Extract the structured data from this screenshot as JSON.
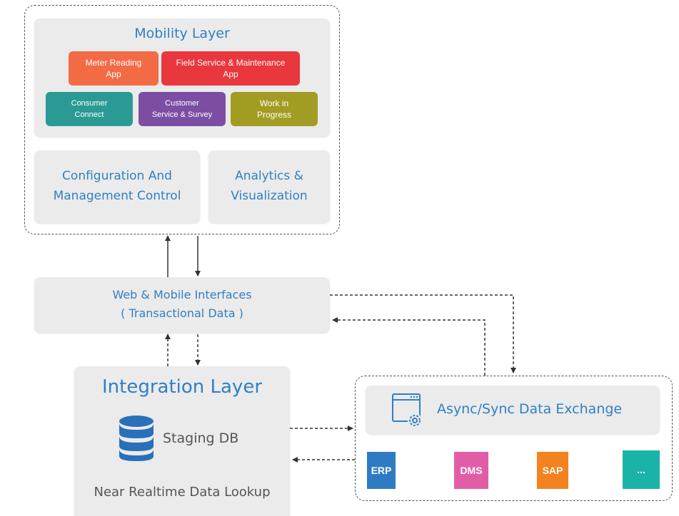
{
  "mobility": {
    "title": "Mobility Layer",
    "apps": [
      {
        "line1": "Meter Reading",
        "line2": "App",
        "color": "#f26b45"
      },
      {
        "line1": "Field Service & Maintenance",
        "line2": "App",
        "color": "#e8373d"
      },
      {
        "line1": "Consumer",
        "line2": "Connect",
        "color": "#2b9a94"
      },
      {
        "line1": "Customer",
        "line2": "Service & Survey",
        "color": "#7b4ea3"
      },
      {
        "line1": "Work in",
        "line2": "Progress",
        "color": "#a39c22"
      }
    ],
    "config": {
      "line1": "Configuration And",
      "line2": "Management Control"
    },
    "analytics": {
      "line1": "Analytics &",
      "line2": "Visualization"
    }
  },
  "web": {
    "line1": "Web & Mobile Interfaces",
    "line2": "( Transactional Data )"
  },
  "integration": {
    "title": "Integration Layer",
    "db_label": "Staging DB",
    "footer": "Near Realtime Data Lookup"
  },
  "exchange": {
    "label": "Async/Sync Data Exchange",
    "systems": [
      {
        "label": "ERP",
        "color": "#2e7bc4"
      },
      {
        "label": "DMS",
        "color": "#e25da8"
      },
      {
        "label": "SAP",
        "color": "#f4821f"
      },
      {
        "label": "...",
        "color": "#1ab3a8"
      }
    ]
  },
  "colors": {
    "blue_text": "#2f80c4",
    "panel": "#ebebeb",
    "db_icon": "#2a6fba"
  }
}
